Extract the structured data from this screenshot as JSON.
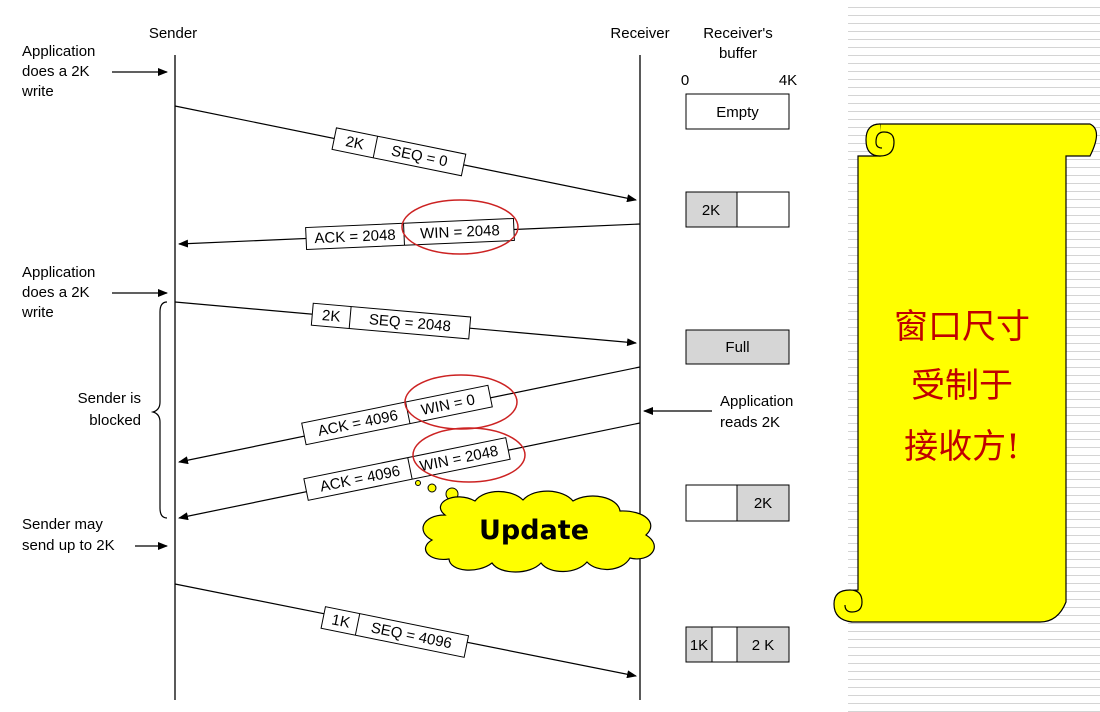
{
  "headers": {
    "sender": "Sender",
    "receiver": "Receiver",
    "buffer_line1": "Receiver's",
    "buffer_line2": "buffer",
    "scale_min": "0",
    "scale_max": "4K"
  },
  "sender_notes": {
    "write1": [
      "Application",
      "does a 2K",
      "write"
    ],
    "write2": [
      "Application",
      "does a 2K",
      "write"
    ],
    "blocked": [
      "Sender is",
      "blocked"
    ],
    "may_send": [
      "Sender may",
      "send up to 2K"
    ]
  },
  "receiver_notes": {
    "app_reads": [
      "Application",
      "reads 2K"
    ]
  },
  "messages": [
    {
      "size": "2K",
      "label": "SEQ = 0"
    },
    {
      "size": "ACK = 2048",
      "label": "WIN = 2048"
    },
    {
      "size": "2K",
      "label": "SEQ = 2048"
    },
    {
      "size": "ACK = 4096",
      "label": "WIN = 0"
    },
    {
      "size": "ACK = 4096",
      "label": "WIN = 2048"
    },
    {
      "size": "1K",
      "label": "SEQ = 4096"
    }
  ],
  "buffer_states": {
    "empty": "Empty",
    "half": "2K",
    "full": "Full",
    "after_read": "2K",
    "final_a": "1K",
    "final_b": "2 K"
  },
  "callout": {
    "text": "Update"
  },
  "scroll_note": {
    "line1": "窗口尺寸",
    "line2": "受制于",
    "line3": "接收方!"
  },
  "colors": {
    "highlight_circle": "#cc2222",
    "buffer_fill": "#d6d6d6",
    "cloud_fill": "#ffff00",
    "scroll_fill": "#ffff00",
    "scroll_text": "#c00000"
  }
}
